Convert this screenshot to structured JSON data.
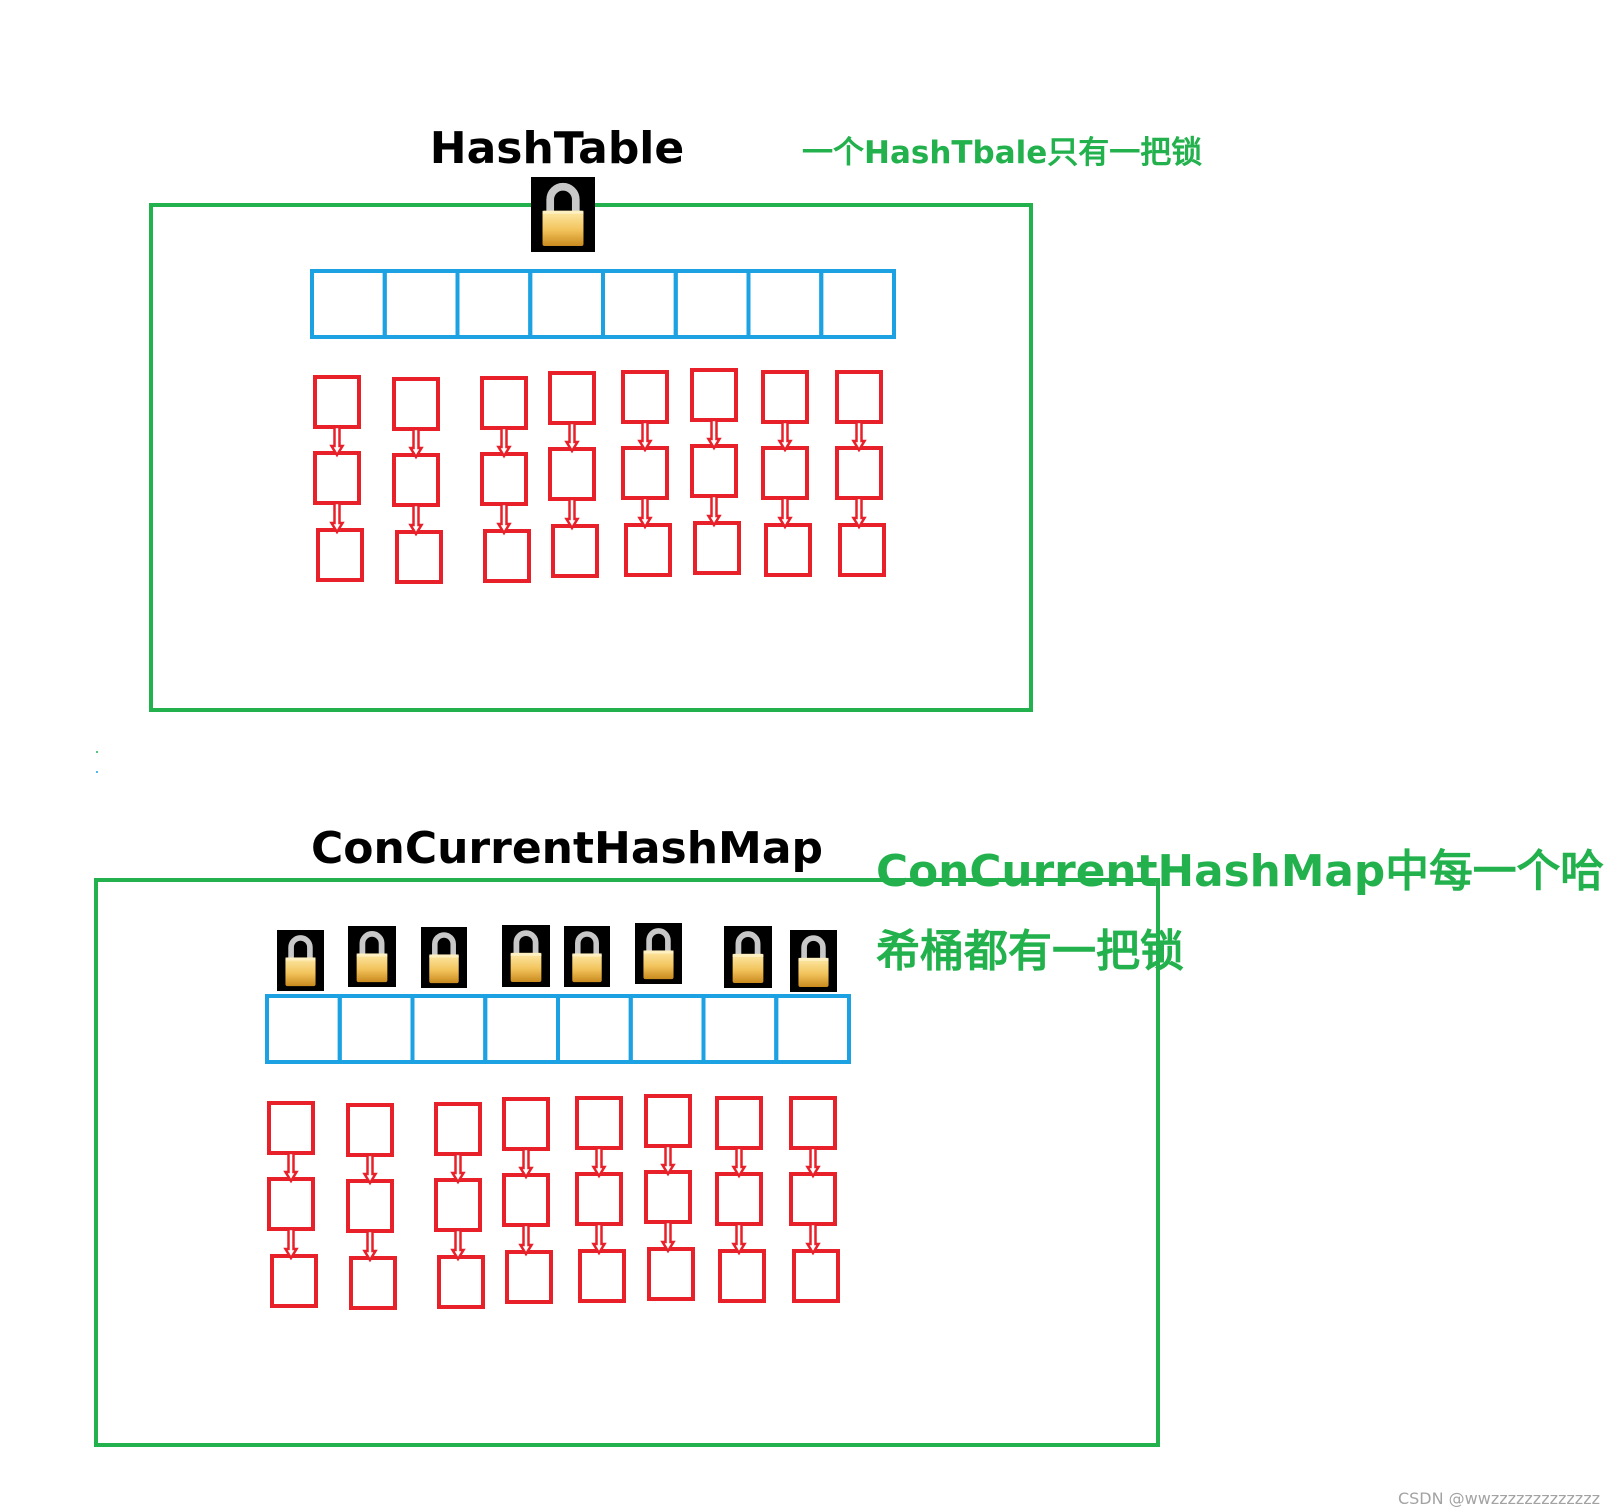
{
  "hashtable": {
    "title": "HashTable",
    "note": "一个HashTbale只有一把锁",
    "lock_icon": "padlock-icon",
    "bucket_count": 8,
    "chain_length": 3
  },
  "concurrent": {
    "title": "ConCurrentHashMap",
    "note_line1": "ConCurrentHashMap中每一个哈",
    "note_line2": "希桶都有一把锁",
    "lock_icon": "padlock-icon",
    "bucket_count": 8,
    "chain_length": 3
  },
  "watermark": "CSDN @wwzzzzzzzzzzzzz",
  "colors": {
    "container": "#22b14c",
    "bucket": "#1ca1e2",
    "node": "#e8202a",
    "note": "#22b14c"
  }
}
